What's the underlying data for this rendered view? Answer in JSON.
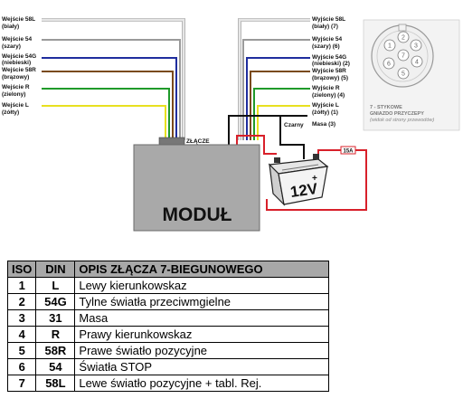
{
  "inputs": [
    {
      "name": "Wejście 58L",
      "color": "(biały)"
    },
    {
      "name": "Wejście 54",
      "color": "(szary)"
    },
    {
      "name": "Wejście 54G",
      "color": "(niebieski)"
    },
    {
      "name": "Wejście 58R",
      "color": "(brązowy)"
    },
    {
      "name": "Wejście R",
      "color": "(zielony)"
    },
    {
      "name": "Wejście L",
      "color": "(żółty)"
    }
  ],
  "outputs": [
    {
      "name": "Wyjście 58L",
      "color": "(biały) (7)"
    },
    {
      "name": "Wyjście 54",
      "color": "(szary) (6)"
    },
    {
      "name": "Wyjście 54G",
      "color": "(niebieski) (2)"
    },
    {
      "name": "Wyjście 58R",
      "color": "(brązowy) (5)"
    },
    {
      "name": "Wyjście R",
      "color": "(zielony) (4)"
    },
    {
      "name": "Wyjście L",
      "color": "(żółty) (1)"
    },
    {
      "name": "Masa (3)",
      "color": ""
    }
  ],
  "wire_colors": [
    "#f2f2f2",
    "#9a9a9a",
    "#1f2d9e",
    "#7a4a1c",
    "#1f9a2a",
    "#e8e020"
  ],
  "connector_label": "ZŁĄCZE",
  "module_label": "MODUŁ",
  "black_wire_label": "Czarny",
  "fuse_label": "15A",
  "battery_label": "12V",
  "battery_plus": "+",
  "socket": {
    "pins": [
      "1",
      "2",
      "3",
      "4",
      "5",
      "6",
      "7"
    ],
    "title_line1": "7 - STYKOWE",
    "title_line2": "GNIAZDO PRZYCZEPY",
    "note": "(widok od strony przewodów)"
  },
  "table": {
    "headers": [
      "ISO",
      "DIN",
      "OPIS ZŁĄCZA 7-BIEGUNOWEGO"
    ],
    "rows": [
      {
        "iso": "1",
        "din": "L",
        "desc": "Lewy kierunkowskaz"
      },
      {
        "iso": "2",
        "din": "54G",
        "desc": "Tylne światła przeciwmgielne"
      },
      {
        "iso": "3",
        "din": "31",
        "desc": "Masa"
      },
      {
        "iso": "4",
        "din": "R",
        "desc": "Prawy kierunkowskaz"
      },
      {
        "iso": "5",
        "din": "58R",
        "desc": "Prawe światło pozycyjne"
      },
      {
        "iso": "6",
        "din": "54",
        "desc": "Światła STOP"
      },
      {
        "iso": "7",
        "din": "58L",
        "desc": "Lewe światło pozycyjne + tabl. Rej."
      }
    ]
  }
}
